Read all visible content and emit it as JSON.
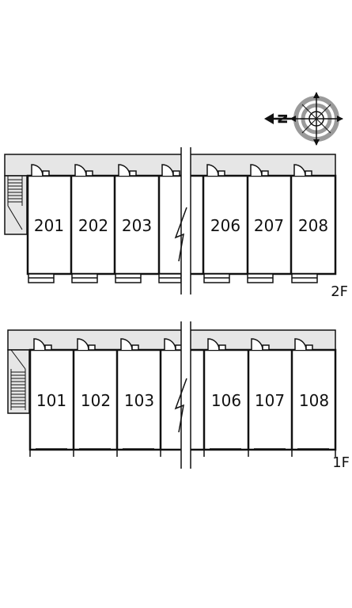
{
  "compass": {
    "north_label": "N",
    "icon": "compass-rose-icon"
  },
  "floors": [
    {
      "label": "2F",
      "units": [
        "201",
        "202",
        "203",
        "206",
        "207",
        "208"
      ]
    },
    {
      "label": "1F",
      "units": [
        "101",
        "102",
        "103",
        "106",
        "107",
        "108"
      ]
    }
  ],
  "colors": {
    "walkway": "#e6e6e6",
    "wall": "#111111",
    "compass_ring": "#9a9a9a"
  }
}
